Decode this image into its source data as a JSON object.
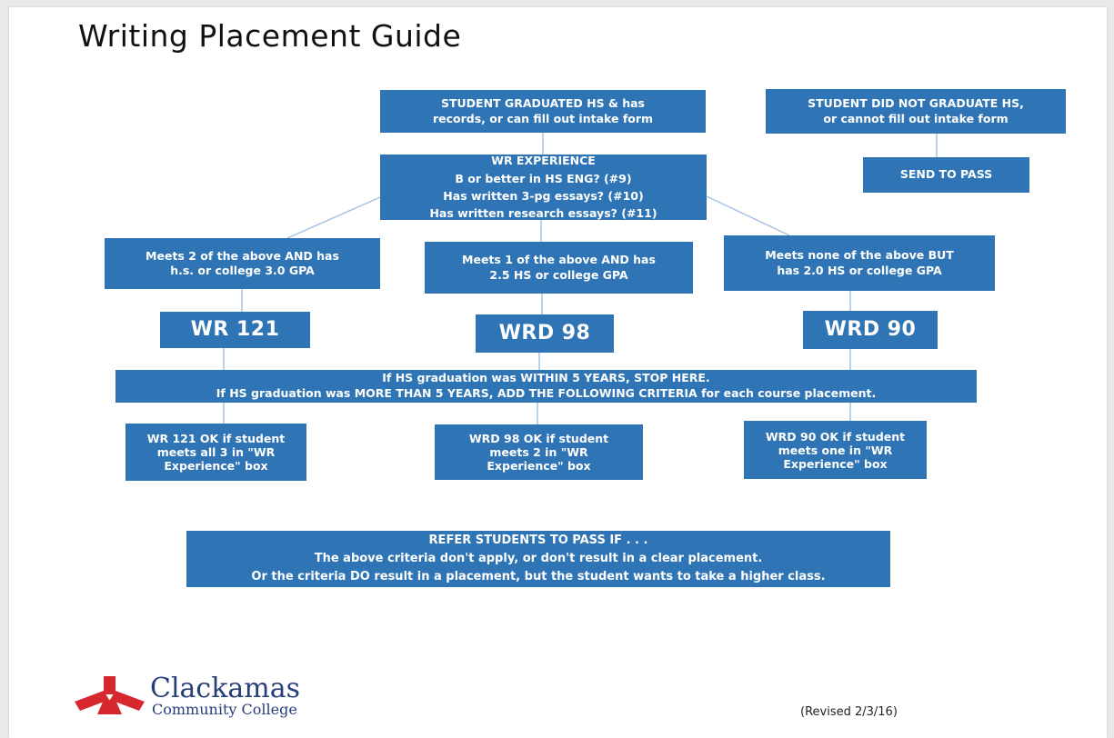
{
  "title": "Writing Placement Guide",
  "colors": {
    "box": "#2f74b5",
    "connector": "#a7c3e0",
    "logo_red": "#d6282e",
    "logo_blue": "#253f7a"
  },
  "boxes": {
    "graduated": [
      "STUDENT GRADUATED HS & has",
      "records, or can fill out intake form"
    ],
    "not_graduated": [
      "STUDENT DID NOT GRADUATE HS,",
      "or cannot fill out intake form"
    ],
    "send_to_pass": [
      "SEND TO PASS"
    ],
    "wr_experience": [
      "WR EXPERIENCE",
      "B or better in HS ENG? (#9)",
      "Has written 3-pg essays? (#10)",
      "Has written research essays? (#11)"
    ],
    "meets_two": [
      "Meets 2 of the above AND has",
      "h.s. or college 3.0 GPA"
    ],
    "meets_one": [
      "Meets 1 of the above AND has",
      "2.5 HS or college GPA"
    ],
    "meets_none": [
      "Meets none of the above BUT",
      "has 2.0 HS or college GPA"
    ],
    "wr121": [
      "WR 121"
    ],
    "wrd98": [
      "WRD 98"
    ],
    "wrd90": [
      "WRD 90"
    ],
    "graduation_rule": [
      "If HS graduation was WITHIN 5 YEARS, STOP HERE.",
      "If HS graduation was MORE THAN 5 YEARS, ADD THE FOLLOWING CRITERIA for each course placement."
    ],
    "wr121_ok": [
      "WR 121 OK if student",
      "meets all 3 in \"WR",
      "Experience\" box"
    ],
    "wrd98_ok": [
      "WRD 98 OK if student",
      "meets 2 in \"WR",
      "Experience\" box"
    ],
    "wrd90_ok": [
      "WRD 90 OK if student",
      "meets one in \"WR",
      "Experience\" box"
    ],
    "refer": [
      "REFER STUDENTS TO PASS IF . . .",
      "The above criteria don't apply, or don't result in a clear placement.",
      "Or the criteria DO result in a placement, but the student wants to take a higher class."
    ]
  },
  "logo": {
    "name": "Clackamas",
    "subtitle": "Community College"
  },
  "revised": "(Revised 2/3/16)"
}
